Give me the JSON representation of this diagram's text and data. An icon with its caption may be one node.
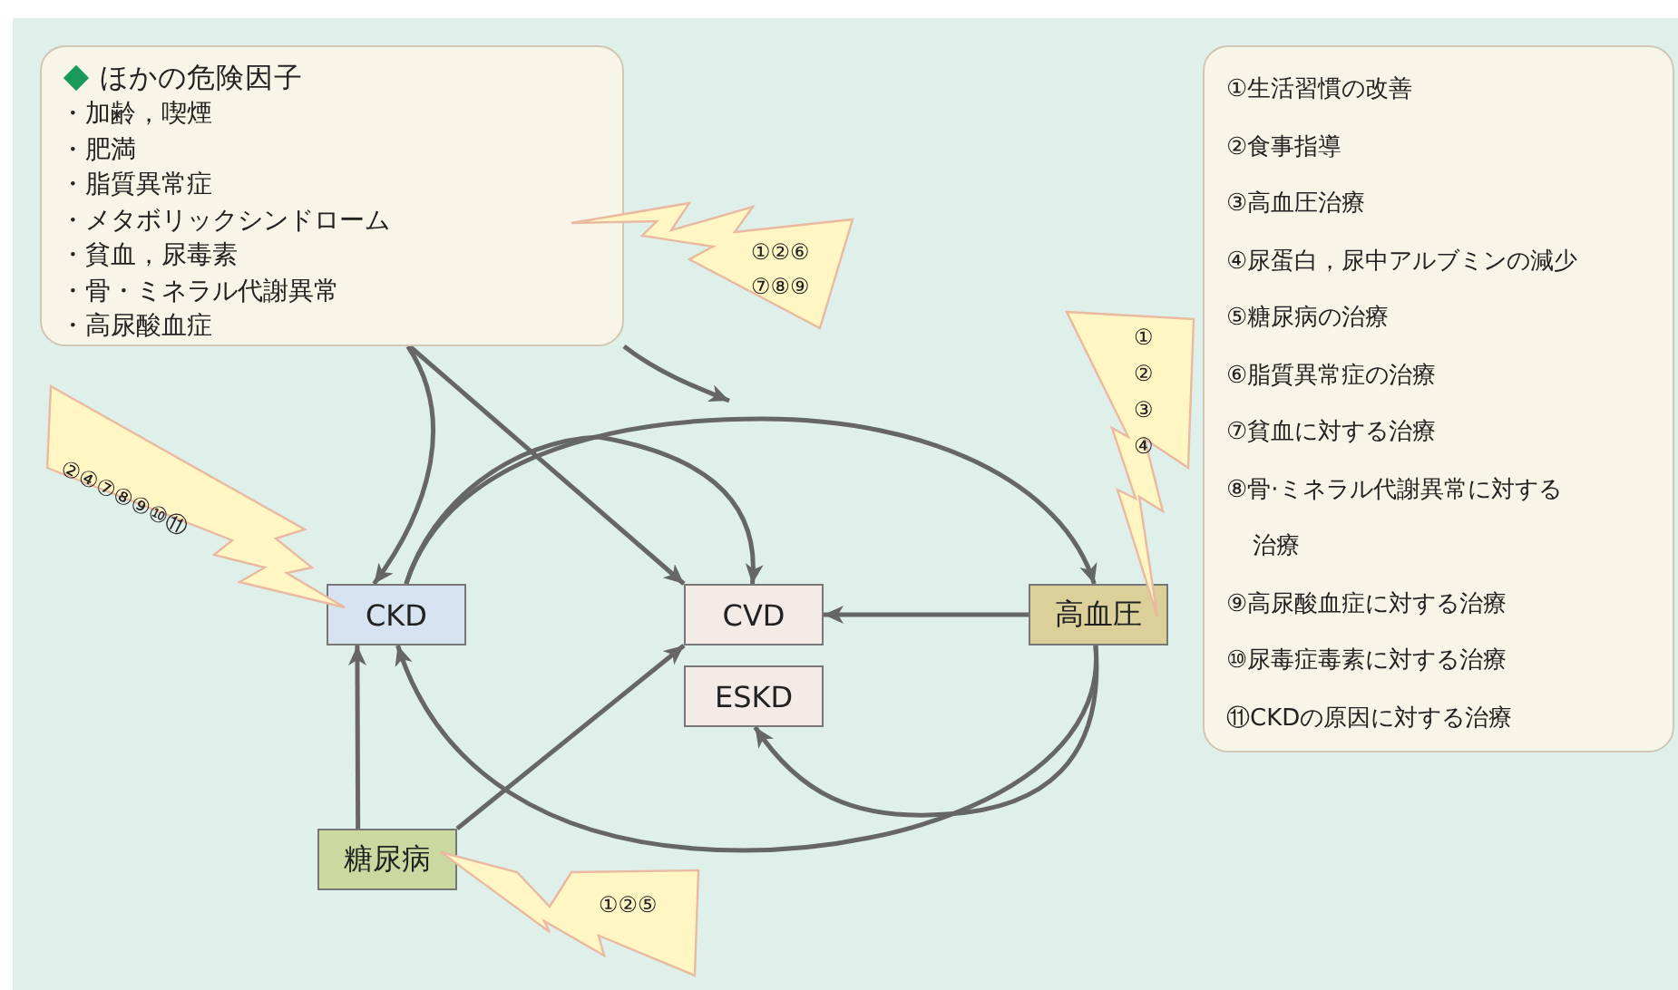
{
  "diagram": {
    "nodes": [
      {
        "text": [
          "ほかの危険因子",
          "・加齢，喫煙",
          "・肥満",
          "・脂質異常症",
          "・メタボリックシンドローム",
          "・貧血，尿毒素",
          "・骨・ミネラル代謝異常",
          "・高尿酸血症"
        ]
      },
      {
        "text": [
          "①生活習慣の改善",
          "②食事指導",
          "③高血圧治療",
          "④尿蛋白，尿中アルブミンの減少",
          "⑤糖尿病の治療",
          "⑥脂質異常症の治療",
          "⑦貧血に対する治療",
          "⑧骨·ミネラル代謝異常に対する治療",
          "⑨高尿酸血症に対する治療",
          "⑩尿毒症毒素に対する治療",
          "⑪CKDの原因に対する治療"
        ]
      },
      {
        "text": [
          "CKD"
        ]
      },
      {
        "text": [
          "CVD"
        ]
      },
      {
        "text": [
          "ESKD"
        ]
      },
      {
        "text": [
          "高血圧"
        ]
      },
      {
        "text": [
          "糖尿病"
        ]
      },
      {
        "text": [
          "①②⑥⑦⑧⑨"
        ]
      },
      {
        "text": [
          "②④⑦⑧⑨⑩⑪"
        ]
      },
      {
        "text": [
          "①②③④"
        ]
      },
      {
        "text": [
          "①②⑤"
        ]
      }
    ],
    "edges": [
      {
        "from": 0,
        "to": 2,
        "arrow": "to"
      },
      {
        "from": 0,
        "to": 3,
        "arrow": "to"
      },
      {
        "from": 0,
        "to": null,
        "arrow": "to"
      },
      {
        "from": 2,
        "to": 5,
        "arrow": "to"
      },
      {
        "from": 2,
        "to": 3,
        "arrow": "to"
      },
      {
        "from": 5,
        "to": 3,
        "arrow": "to"
      },
      {
        "from": 5,
        "to": 2,
        "arrow": "to"
      },
      {
        "from": 5,
        "to": 4,
        "arrow": "to"
      },
      {
        "from": 6,
        "to": 2,
        "arrow": "to"
      },
      {
        "from": 6,
        "to": 3,
        "arrow": "to"
      }
    ]
  }
}
